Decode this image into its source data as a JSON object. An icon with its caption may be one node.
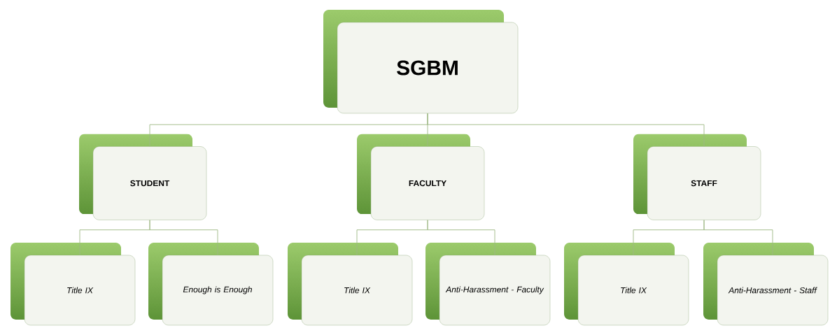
{
  "diagram": {
    "nodes": [
      {
        "text": [
          "SGBM"
        ]
      },
      {
        "text": [
          "STUDENT"
        ]
      },
      {
        "text": [
          "FACULTY"
        ]
      },
      {
        "text": [
          "STAFF"
        ]
      },
      {
        "text": [
          "Title IX"
        ]
      },
      {
        "text": [
          "Enough is Enough"
        ]
      },
      {
        "text": [
          "Title IX"
        ]
      },
      {
        "text": [
          "Anti-Harassment - Faculty"
        ]
      },
      {
        "text": [
          "Title IX"
        ]
      },
      {
        "text": [
          "Anti-Harassment - Staff"
        ]
      }
    ],
    "edges": [
      {
        "from": 0,
        "to": 1,
        "arrow": "none"
      },
      {
        "from": 0,
        "to": 2,
        "arrow": "none"
      },
      {
        "from": 0,
        "to": 3,
        "arrow": "none"
      },
      {
        "from": 1,
        "to": 4,
        "arrow": "none"
      },
      {
        "from": 1,
        "to": 5,
        "arrow": "none"
      },
      {
        "from": 2,
        "to": 6,
        "arrow": "none"
      },
      {
        "from": 2,
        "to": 7,
        "arrow": "none"
      },
      {
        "from": 3,
        "to": 8,
        "arrow": "none"
      },
      {
        "from": 3,
        "to": 9,
        "arrow": "none"
      }
    ]
  }
}
